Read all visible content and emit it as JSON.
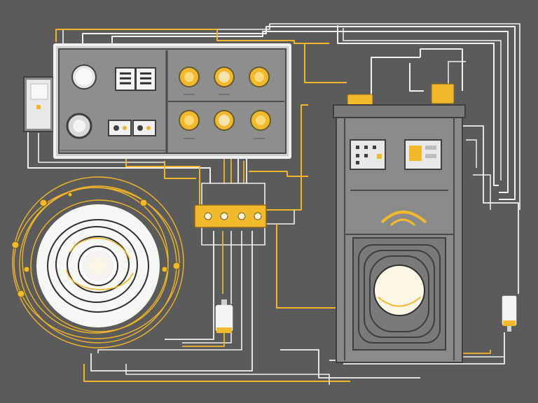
{
  "scene": {
    "kind": "electrical wiring illustration",
    "colors": {
      "background": "#5b5b5b",
      "panel_body": "#8e8e8e",
      "panel_frame": "#efefef",
      "wire_white": "#f2f2f2",
      "wire_yellow": "#f2b42a",
      "knob_gold": "#f3b92c",
      "dark_outline": "#3e3e3e"
    },
    "components": [
      "wall-switch",
      "control-panel",
      "terminal-block",
      "coil-motor",
      "fuse",
      "cabinet-unit",
      "plug-connector"
    ],
    "panel_knobs": 6,
    "terminal_screws": 4
  }
}
